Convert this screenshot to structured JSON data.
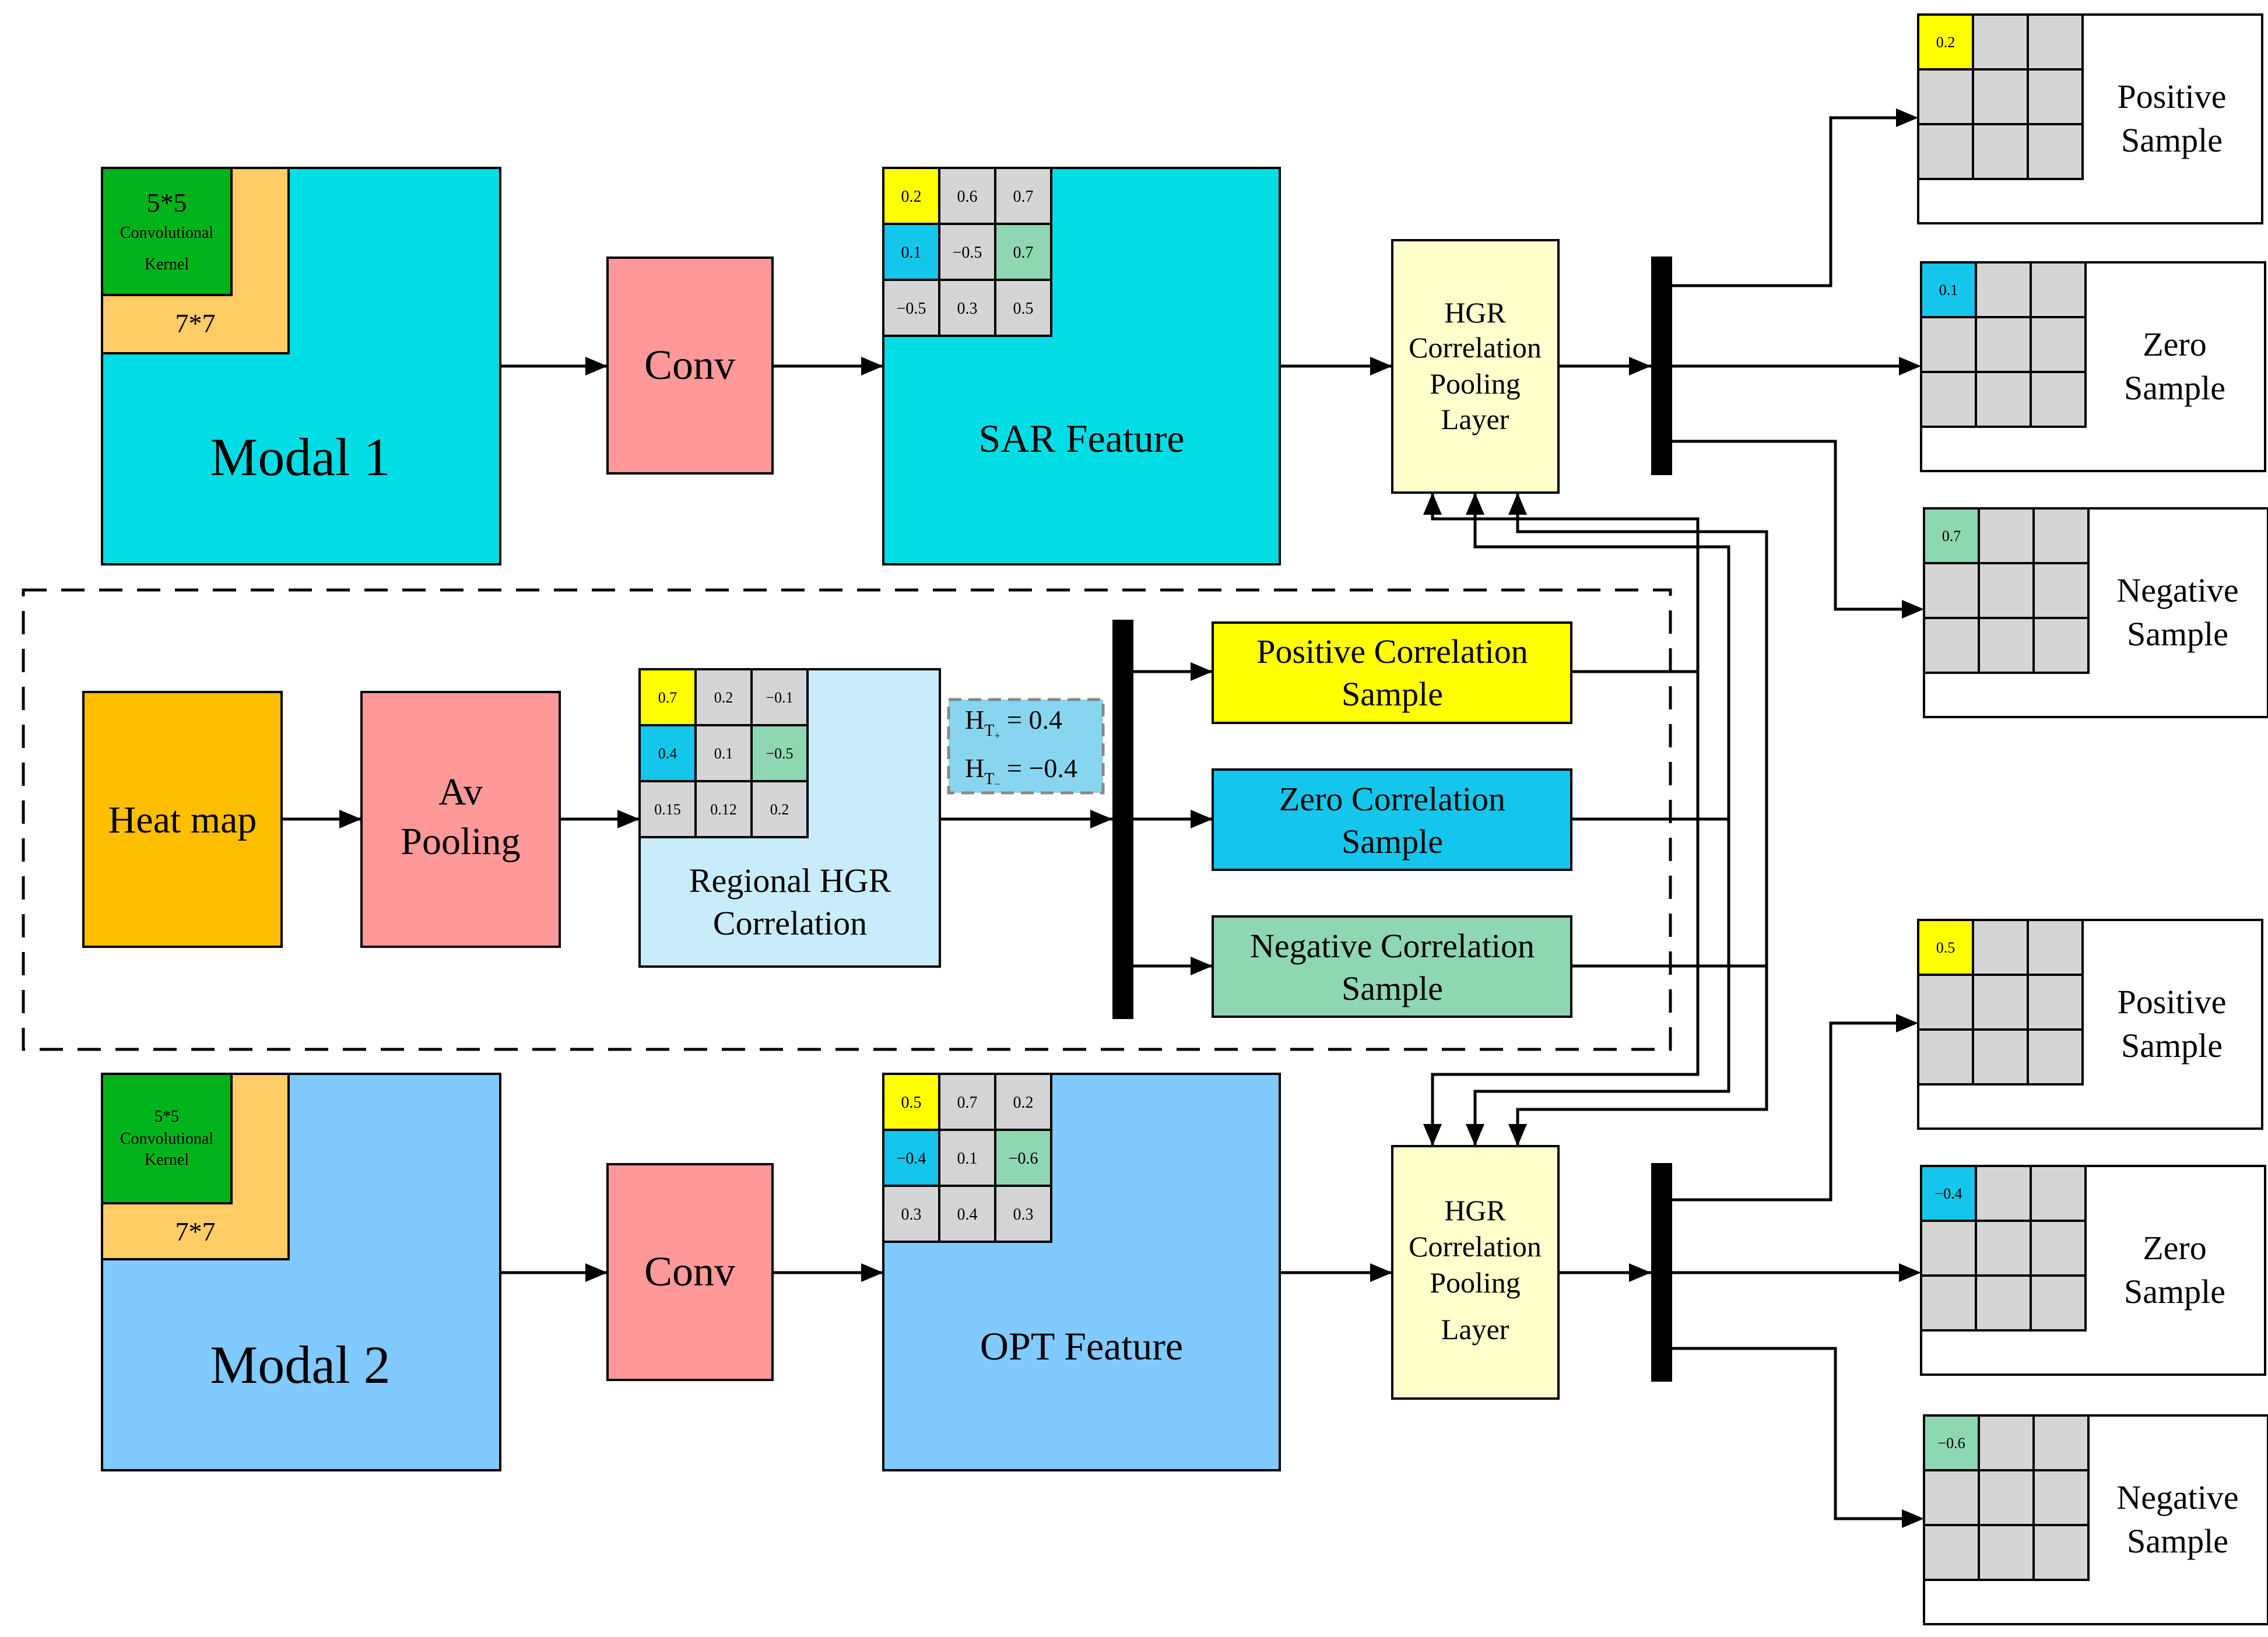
{
  "modal1": {
    "title": "Modal 1",
    "kernel5": "5*5",
    "kernel5_line2": "Convolutional",
    "kernel5_line3": "Kernel",
    "kernel7": "7*7"
  },
  "modal2": {
    "title": "Modal 2",
    "kernel5": "5*5",
    "kernel5_line2": "Convolutional",
    "kernel5_line3": "Kernel",
    "kernel7": "7*7"
  },
  "conv_top": "Conv",
  "conv_bottom": "Conv",
  "sar": {
    "title": "SAR Feature",
    "grid": [
      "0.2",
      "0.6",
      "0.7",
      "0.1",
      "−0.5",
      "0.7",
      "−0.5",
      "0.3",
      "0.5"
    ]
  },
  "opt": {
    "title": "OPT Feature",
    "grid": [
      "0.5",
      "0.7",
      "0.2",
      "−0.4",
      "0.1",
      "−0.6",
      "0.3",
      "0.4",
      "0.3"
    ]
  },
  "hgr_top": {
    "line1": "HGR",
    "line2": "Correlation",
    "line3": "Pooling",
    "line4": "Layer"
  },
  "hgr_bottom": {
    "line1": "HGR",
    "line2": "Correlation",
    "line3": "Pooling",
    "line4": "Layer"
  },
  "heatmap": "Heat map",
  "avpool": {
    "line1": "Av",
    "line2": "Pooling"
  },
  "regional": {
    "line1": "Regional HGR",
    "line2": "Correlation",
    "grid": [
      "0.7",
      "0.2",
      "−0.1",
      "0.4",
      "0.1",
      "−0.5",
      "0.15",
      "0.12",
      "0.2"
    ]
  },
  "threshold": {
    "h_plus": "H",
    "sub_plus": "T",
    "subsub_plus": "+",
    "val_plus": " = 0.4",
    "h_minus": "H",
    "sub_minus": "T",
    "subsub_minus": "−",
    "val_minus": " = −0.4"
  },
  "corr_samples": {
    "positive": {
      "line1": "Positive Correlation",
      "line2": "Sample"
    },
    "zero": {
      "line1": "Zero Correlation",
      "line2": "Sample"
    },
    "negative": {
      "line1": "Negative Correlation",
      "line2": "Sample"
    }
  },
  "out_top": [
    {
      "value": "0.2",
      "line1": "Positive",
      "line2": "Sample",
      "color": "#ffff00"
    },
    {
      "value": "0.1",
      "line1": "Zero",
      "line2": "Sample",
      "color": "#14c6ec"
    },
    {
      "value": "0.7",
      "line1": "Negative",
      "line2": "Sample",
      "color": "#8fd6b2"
    }
  ],
  "out_bottom": [
    {
      "value": "0.5",
      "line1": "Positive",
      "line2": "Sample",
      "color": "#ffff00"
    },
    {
      "value": "−0.4",
      "line1": "Zero",
      "line2": "Sample",
      "color": "#14c6ec"
    },
    {
      "value": "−0.6",
      "line1": "Negative",
      "line2": "Sample",
      "color": "#8fd6b2"
    }
  ],
  "colors": {
    "modal1": "#00dde5",
    "modal2": "#80caff",
    "kernel7": "#ffcc66",
    "kernel5": "#00b31a",
    "conv": "#ff9999",
    "hgr": "#ffffcc",
    "heatmap": "#ffbf00",
    "regional": "#c9ecfa",
    "threshold": "#88d5f0",
    "cell": "#d5d5d5",
    "yellow": "#ffff00",
    "cyan": "#14c6ec",
    "green": "#8fd6b2"
  }
}
